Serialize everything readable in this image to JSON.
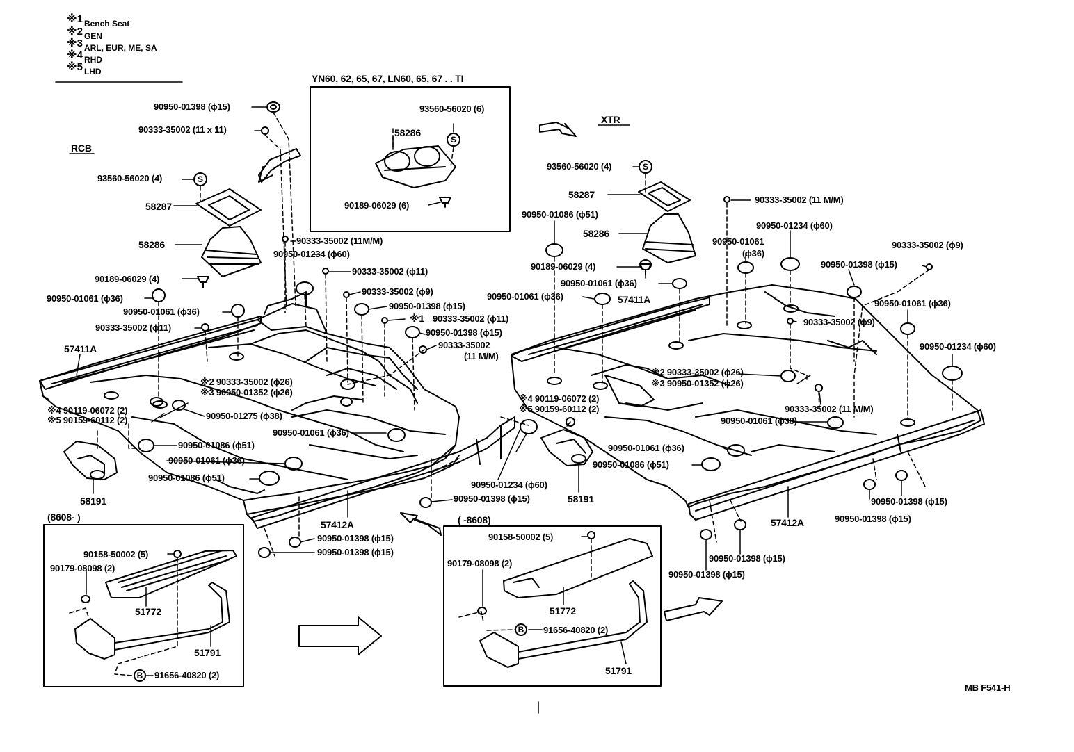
{
  "legend": [
    {
      "mark": "※1",
      "text": "Bench Seat"
    },
    {
      "mark": "※2",
      "text": "GEN"
    },
    {
      "mark": "※3",
      "text": "ARL, EUR, ME, SA"
    },
    {
      "mark": "※4",
      "text": "RHD"
    },
    {
      "mark": "※5",
      "text": "LHD"
    }
  ],
  "headings": {
    "inset_title": "YN60, 62, 65, 67, LN60, 65, 67 . . TI",
    "rcb": "RCB",
    "xtr": "XTR",
    "date_left": "(8608-        )",
    "date_right": "(        -8608)",
    "figure_code": "MB F541-H"
  },
  "labels": [
    "90950-01398 (ϕ15)",
    "90333-35002 (11 x 11)",
    "93560-56020 (4)",
    "58287",
    "58286",
    "90189-06029 (4)",
    "90950-01061 (ϕ36)",
    "90950-01061 (ϕ36)",
    "90333-35002 (ϕ11)",
    "57411A",
    "※2 90333-35002 (ϕ26)",
    "※3 90950-01352 (ϕ26)",
    "※4 90119-06072 (2)",
    "※5 90159-60112 (2)",
    "90950-01275 (ϕ38)",
    "90950-01086 (ϕ51)",
    "90950-01061 (ϕ36)",
    "90950-01086 (ϕ51)",
    "58191",
    "90333-35002 (11M/M)",
    "90950-01234 (ϕ60)",
    "90333-35002 (ϕ11)",
    "90333-35002 (ϕ9)",
    "90950-01398 (ϕ15)",
    "※1",
    "90333-35002 (ϕ11)",
    "90950-01398 (ϕ15)",
    "90333-35002",
    "(11 M/M)",
    "90950-01061 (ϕ36)",
    "57412A",
    "90950-01398 (ϕ15)",
    "90950-01398 (ϕ15)",
    "90950-01398 (ϕ15)",
    "90950-01234 (ϕ60)",
    "93560-56020 (6)",
    "58286",
    "90189-06029 (6)",
    "90158-50002 (5)",
    "90179-08098 (2)",
    "51772",
    "51791",
    "91656-40820 (2)",
    "90158-50002 (5)",
    "90179-08098 (2)",
    "91656-40820 (2)",
    "51772",
    "51791",
    "93560-56020 (4)",
    "58287",
    "90950-01086 (ϕ51)",
    "58286",
    "90189-06029 (4)",
    "90950-01061 (ϕ36)",
    "90950-01061 (ϕ36)",
    "57411A",
    "90333-35002 (11 M/M)",
    "90950-01234 (ϕ60)",
    "90950-01061",
    "(ϕ36)",
    "90333-35002 (ϕ9)",
    "90950-01398 (ϕ15)",
    "90950-01061 (ϕ36)",
    "90333-35002 (ϕ9)",
    "90950-01234 (ϕ60)",
    "※2 90333-35002 (ϕ26)",
    "※3 90950-01352 (ϕ26)",
    "※4 90119-06072 (2)",
    "※5 90159-60112 (2)",
    "90333-35002 (11 M/M)",
    "90950-01061 (ϕ38)",
    "90950-01061 (ϕ36)",
    "90950-01086 (ϕ51)",
    "58191",
    "57412A",
    "90950-01398 (ϕ15)",
    "90950-01398 (ϕ15)",
    "90950-01398 (ϕ15)",
    "90950-01398 (ϕ15)"
  ]
}
